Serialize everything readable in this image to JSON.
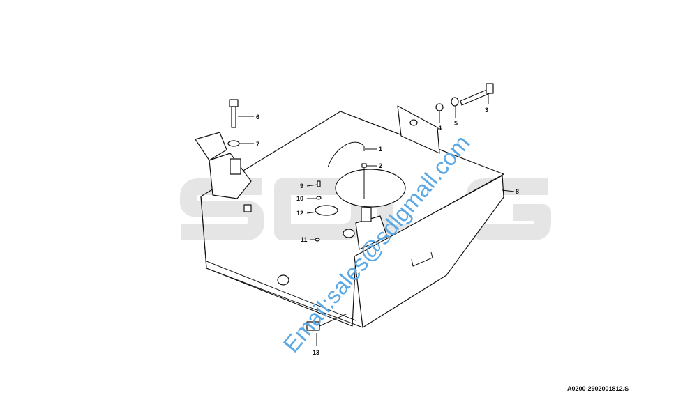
{
  "logo": {
    "text": "SDLG",
    "color": "#e5e5e5"
  },
  "watermark": {
    "text": "Email:sales@sdlgmall.com",
    "color": "#5aa9e6"
  },
  "drawing_code": "A0200-2902001812.S",
  "callouts": [
    "1",
    "2",
    "3",
    "4",
    "5",
    "6",
    "7",
    "8",
    "9",
    "10",
    "11",
    "12",
    "13"
  ]
}
